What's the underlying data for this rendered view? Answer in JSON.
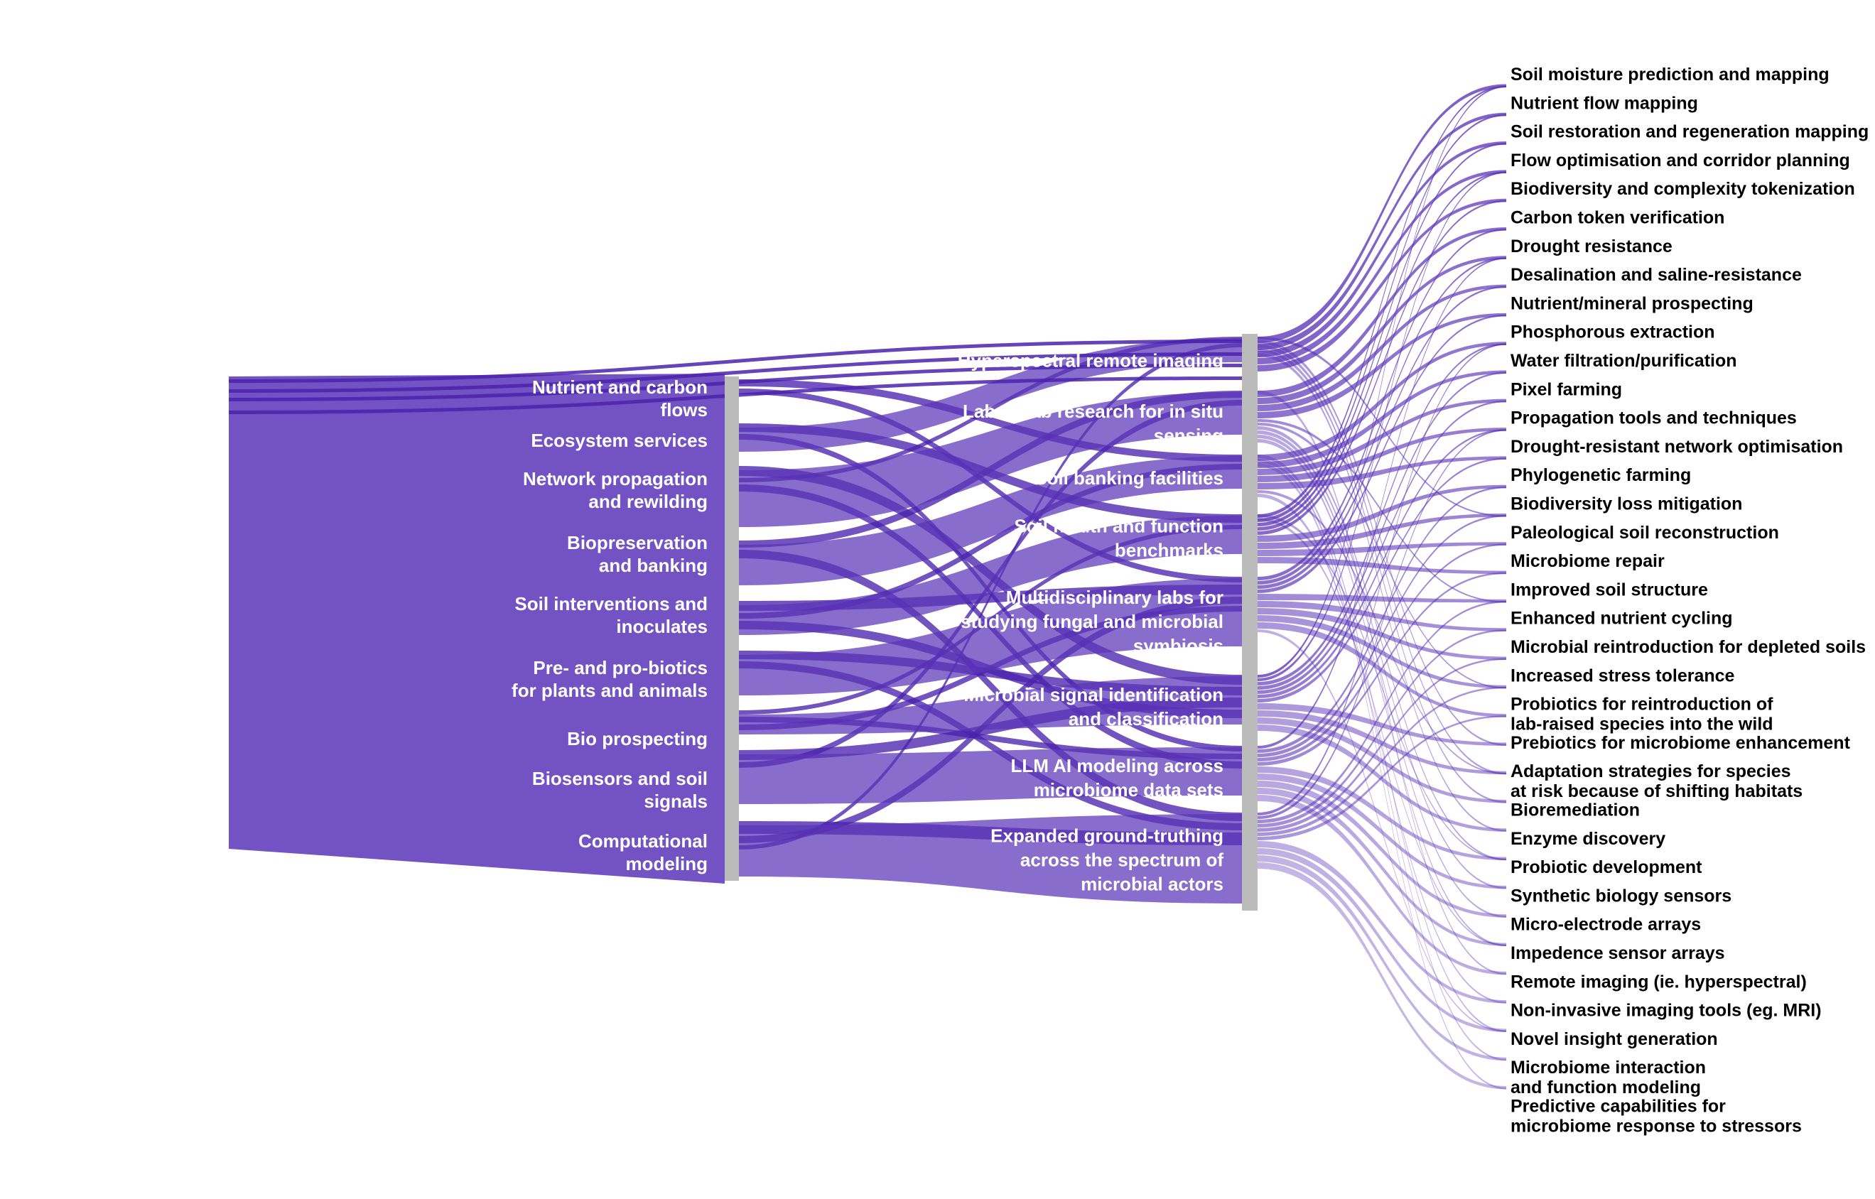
{
  "colors": {
    "flow": "#5b34b8",
    "flow_dark": "#4a22ad",
    "node_bar": "#bbbbbb",
    "label_mid": "#ffffff",
    "label_right": "#000000"
  },
  "columns": {
    "col1": [
      {
        "id": "n1",
        "label": [
          "Nutrient and carbon",
          "flows"
        ]
      },
      {
        "id": "n2",
        "label": [
          "Ecosystem services"
        ]
      },
      {
        "id": "n3",
        "label": [
          "Network propagation",
          "and rewilding"
        ]
      },
      {
        "id": "n4",
        "label": [
          "Biopreservation",
          "and banking"
        ]
      },
      {
        "id": "n5",
        "label": [
          "Soil interventions and",
          "inoculates"
        ]
      },
      {
        "id": "n6",
        "label": [
          "Pre- and pro-biotics",
          "for plants and animals"
        ]
      },
      {
        "id": "n7",
        "label": [
          "Bio prospecting"
        ]
      },
      {
        "id": "n8",
        "label": [
          "Biosensors and soil",
          "signals"
        ]
      },
      {
        "id": "n9",
        "label": [
          "Computational",
          "modeling"
        ]
      }
    ],
    "col2": [
      {
        "id": "m1",
        "label": [
          "Hyperspectral remote imaging"
        ]
      },
      {
        "id": "m2",
        "label": [
          "Lab-to-lab research for in situ",
          "sensing"
        ]
      },
      {
        "id": "m3",
        "label": [
          "Soil banking facilities"
        ]
      },
      {
        "id": "m4",
        "label": [
          "Soil health and function",
          "benchmarks"
        ]
      },
      {
        "id": "m5",
        "label": [
          "Multidisciplinary labs for",
          "studying fungal and microbial",
          "symbiosis"
        ]
      },
      {
        "id": "m6",
        "label": [
          "Microbial signal identification",
          "and classification"
        ]
      },
      {
        "id": "m7",
        "label": [
          "LLM AI modeling across",
          "microbiome data sets"
        ]
      },
      {
        "id": "m8",
        "label": [
          "Expanded ground-truthing",
          "across the spectrum of",
          "microbial actors"
        ]
      }
    ],
    "col3": [
      {
        "label": [
          "Soil moisture prediction and mapping"
        ]
      },
      {
        "label": [
          "Nutrient flow mapping"
        ]
      },
      {
        "label": [
          "Soil restoration and regeneration mapping"
        ]
      },
      {
        "label": [
          "Flow optimisation and corridor planning"
        ]
      },
      {
        "label": [
          "Biodiversity and complexity tokenization"
        ]
      },
      {
        "label": [
          "Carbon token verification"
        ]
      },
      {
        "label": [
          "Drought resistance"
        ]
      },
      {
        "label": [
          "Desalination and saline-resistance"
        ]
      },
      {
        "label": [
          "Nutrient/mineral prospecting"
        ]
      },
      {
        "label": [
          "Phosphorous extraction"
        ]
      },
      {
        "label": [
          "Water filtration/purification"
        ]
      },
      {
        "label": [
          "Pixel farming"
        ]
      },
      {
        "label": [
          "Propagation tools and techniques"
        ]
      },
      {
        "label": [
          "Drought-resistant network optimisation"
        ]
      },
      {
        "label": [
          "Phylogenetic farming"
        ]
      },
      {
        "label": [
          "Biodiversity loss mitigation"
        ]
      },
      {
        "label": [
          "Paleological soil reconstruction"
        ]
      },
      {
        "label": [
          "Microbiome repair"
        ]
      },
      {
        "label": [
          "Improved soil structure"
        ]
      },
      {
        "label": [
          "Enhanced nutrient cycling"
        ]
      },
      {
        "label": [
          "Microbial reintroduction for depleted soils"
        ]
      },
      {
        "label": [
          "Increased stress tolerance"
        ]
      },
      {
        "label": [
          "Probiotics for reintroduction of",
          "lab-raised species into the wild"
        ]
      },
      {
        "label": [
          "Prebiotics for microbiome enhancement"
        ]
      },
      {
        "label": [
          "Adaptation strategies for species",
          "at risk because of shifting habitats"
        ]
      },
      {
        "label": [
          "Bioremediation"
        ]
      },
      {
        "label": [
          "Enzyme discovery"
        ]
      },
      {
        "label": [
          "Probiotic development"
        ]
      },
      {
        "label": [
          "Synthetic biology sensors"
        ]
      },
      {
        "label": [
          "Micro-electrode arrays"
        ]
      },
      {
        "label": [
          "Impedence sensor arrays"
        ]
      },
      {
        "label": [
          "Remote imaging (ie. hyperspectral)"
        ]
      },
      {
        "label": [
          "Non-invasive imaging tools (eg. MRI)"
        ]
      },
      {
        "label": [
          "Novel insight generation"
        ]
      },
      {
        "label": [
          "Microbiome interaction",
          "and function modeling"
        ]
      },
      {
        "label": [
          "Predictive capabilities for",
          "microbiome response to stressors"
        ]
      }
    ]
  }
}
